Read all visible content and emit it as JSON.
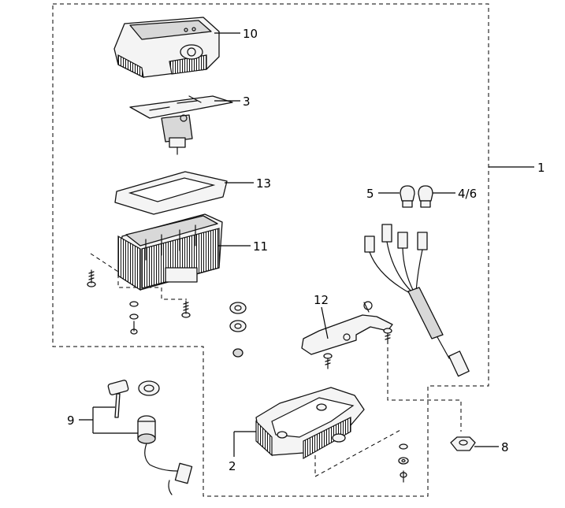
{
  "callouts": {
    "c1": "1",
    "c2": "2",
    "c3": "3",
    "c4_6": "4/6",
    "c5": "5",
    "c8": "8",
    "c9": "9",
    "c10": "10",
    "c11": "11",
    "c12": "12",
    "c13": "13"
  }
}
